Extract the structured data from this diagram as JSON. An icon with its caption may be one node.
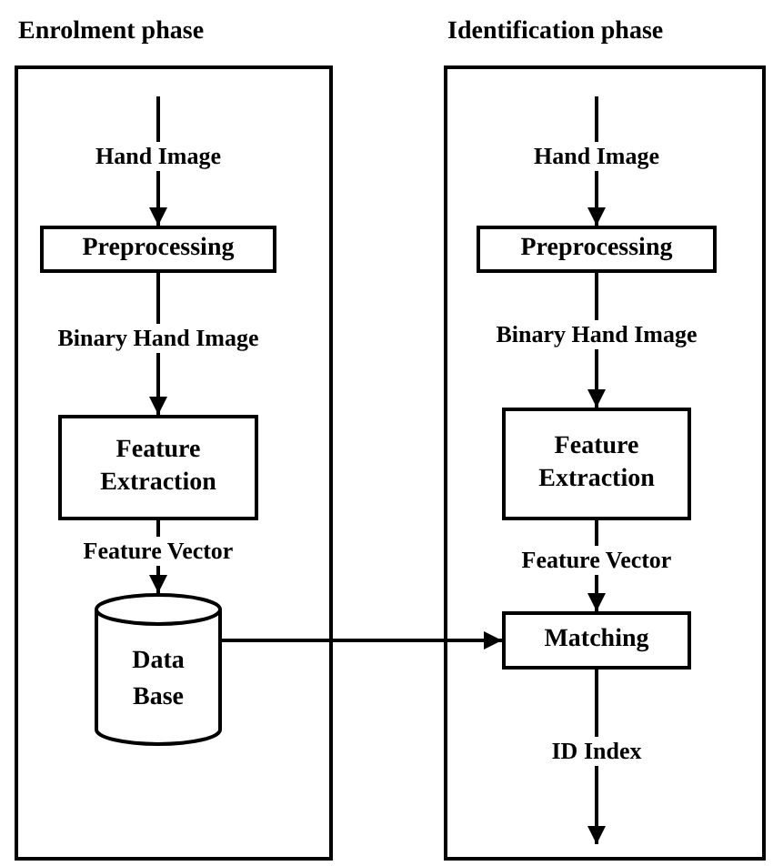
{
  "diagram": {
    "nodes": [
      {
        "text": [
          "Enrolment phase"
        ]
      },
      {
        "text": [
          "Preprocessing"
        ],
        "in": 0
      },
      {
        "text": [
          "Feature Extraction"
        ],
        "in": 0
      },
      {
        "text": [
          "Data Base"
        ],
        "in": 0
      },
      {
        "text": [
          "Identification phase"
        ]
      },
      {
        "text": [
          "Preprocessing"
        ],
        "in": 4
      },
      {
        "text": [
          "Feature Extraction"
        ],
        "in": 4
      },
      {
        "text": [
          "Matching"
        ],
        "in": 4
      }
    ],
    "edges": [
      {
        "from": null,
        "to": 1,
        "arrow": "to",
        "label": "Hand Image"
      },
      {
        "from": 1,
        "to": 2,
        "arrow": "to",
        "label": "Binary Hand Image"
      },
      {
        "from": 2,
        "to": 3,
        "arrow": "to",
        "label": "Feature Vector"
      },
      {
        "from": null,
        "to": 5,
        "arrow": "to",
        "label": "Hand Image"
      },
      {
        "from": 5,
        "to": 6,
        "arrow": "to",
        "label": "Binary Hand Image"
      },
      {
        "from": 6,
        "to": 7,
        "arrow": "to",
        "label": "Feature Vector"
      },
      {
        "from": 3,
        "to": 7,
        "arrow": "to"
      },
      {
        "from": 7,
        "to": null,
        "arrow": "to",
        "label": "ID Index"
      }
    ]
  }
}
